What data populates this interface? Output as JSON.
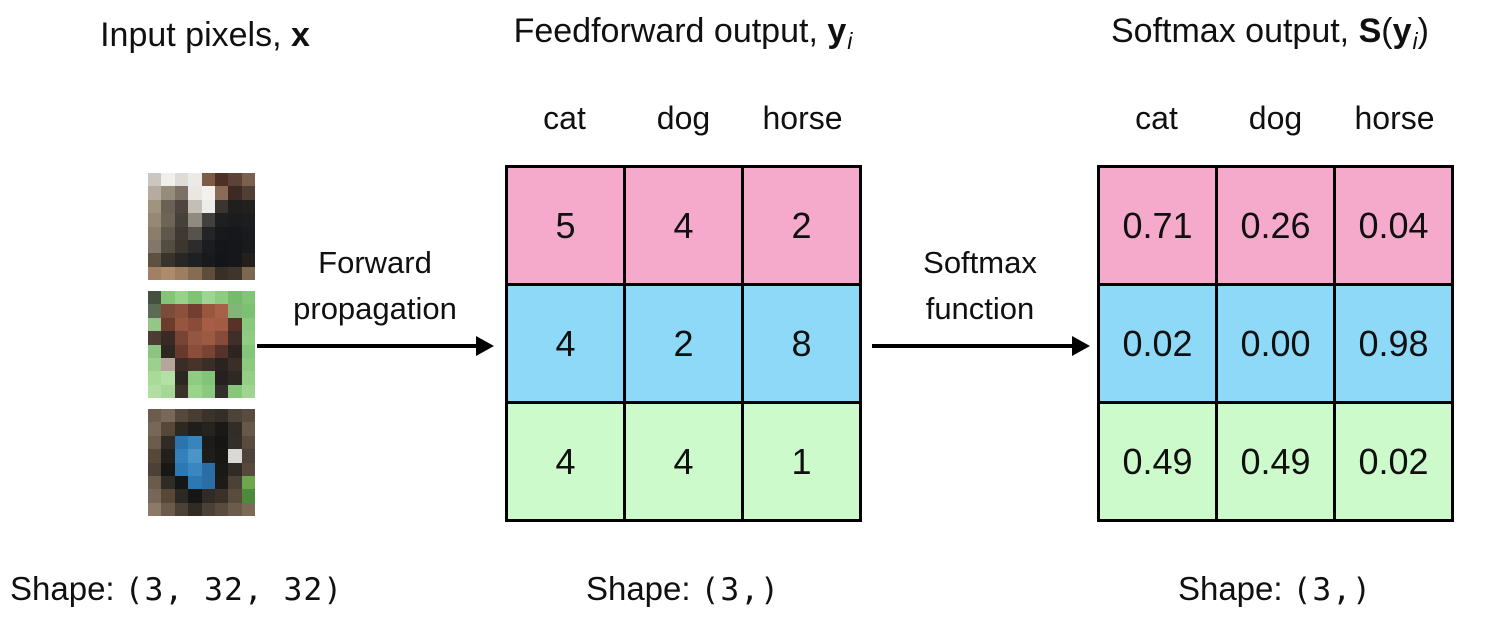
{
  "left": {
    "title_prefix": "Input pixels, ",
    "title_math": "x",
    "shape_prefix": "Shape:",
    "shape_value": "(3, 32, 32)",
    "images": [
      {
        "name": "cat-photo",
        "alt": "pixelated cat photo",
        "pixels": [
          [
            "#cbc7c0",
            "#f0efec",
            "#dedcd6",
            "#eceae6",
            "#7c5b47",
            "#4f3027",
            "#5d4337",
            "#7b5f4f"
          ],
          [
            "#b5ab9f",
            "#978b7c",
            "#7b7167",
            "#e9e7e2",
            "#f2f1ee",
            "#8a6b56",
            "#3c2a23",
            "#503f35"
          ],
          [
            "#a1947f",
            "#6b6054",
            "#4e463e",
            "#c3bfb7",
            "#edece8",
            "#3a3531",
            "#211f1e",
            "#232120"
          ],
          [
            "#958874",
            "#6e6557",
            "#44403a",
            "#908a80",
            "#42403d",
            "#1e1f21",
            "#1b1c1e",
            "#1c1d1f"
          ],
          [
            "#8a7d6a",
            "#5f574b",
            "#3e3a33",
            "#56534c",
            "#232427",
            "#18191c",
            "#17181b",
            "#191a1d"
          ],
          [
            "#83766b",
            "#534c41",
            "#3b362e",
            "#2d2c2a",
            "#1b1c1f",
            "#151619",
            "#16171a",
            "#191a1c"
          ],
          [
            "#5f5142",
            "#38332b",
            "#292723",
            "#1f2022",
            "#191a1d",
            "#141518",
            "#16171a",
            "#231f1b"
          ],
          [
            "#a08164",
            "#ad8c6d",
            "#9c7e61",
            "#866c52",
            "#5f4d3c",
            "#392f27",
            "#3f352b",
            "#7c6750"
          ]
        ]
      },
      {
        "name": "horse-photo",
        "alt": "pixelated horse photo",
        "pixels": [
          [
            "#45503f",
            "#83c476",
            "#97d289",
            "#7fc375",
            "#9ed593",
            "#8ccb80",
            "#76bb6b",
            "#83c577"
          ],
          [
            "#5d6a54",
            "#7c4b39",
            "#8b513c",
            "#713e2f",
            "#99573f",
            "#a86048",
            "#83b578",
            "#7cc071"
          ],
          [
            "#93c687",
            "#6b3b2c",
            "#96553f",
            "#8a4c38",
            "#a55e45",
            "#a25c44",
            "#593227",
            "#89c97d"
          ],
          [
            "#4c3c34",
            "#392a25",
            "#7a4434",
            "#935641",
            "#9d5a43",
            "#884b39",
            "#402f28",
            "#8fcb82"
          ],
          [
            "#8cc481",
            "#2e2621",
            "#69392d",
            "#8a4e3b",
            "#7a4434",
            "#56332a",
            "#2e2521",
            "#83c679"
          ],
          [
            "#9bd08d",
            "#b5a59b",
            "#3a2d28",
            "#48332b",
            "#3b2d27",
            "#2b2320",
            "#3b2d27",
            "#8bc97f"
          ],
          [
            "#a8da98",
            "#b4e0a5",
            "#2c2723",
            "#8fcb83",
            "#82c578",
            "#262120",
            "#2d2925",
            "#95cf87"
          ],
          [
            "#b1dfa1",
            "#a5d895",
            "#3c332b",
            "#99d48b",
            "#8cc980",
            "#332f29",
            "#86c77b",
            "#9fd491"
          ]
        ]
      },
      {
        "name": "dog-photo",
        "alt": "pixelated dog photo",
        "pixels": [
          [
            "#6c5c4c",
            "#77685a",
            "#55493d",
            "#483d33",
            "#3a332b",
            "#332e28",
            "#4c443a",
            "#584c40"
          ],
          [
            "#77675a",
            "#554839",
            "#2c2822",
            "#201e1b",
            "#26231f",
            "#1b1917",
            "#322d27",
            "#66594a"
          ],
          [
            "#6b5c4c",
            "#302b24",
            "#2b74ad",
            "#3884bd",
            "#1d1b19",
            "#151514",
            "#332e29",
            "#594c3e"
          ],
          [
            "#574937",
            "#22201c",
            "#3380ba",
            "#4a94c8",
            "#1f1d1a",
            "#171716",
            "#d9d8d4",
            "#4c443a"
          ],
          [
            "#4c4136",
            "#191714",
            "#2b78b2",
            "#3a86c0",
            "#2b6ea6",
            "#191918",
            "#2f2b26",
            "#574a3c"
          ],
          [
            "#6b5b4b",
            "#302b24",
            "#161616",
            "#2b78b2",
            "#2b6ea6",
            "#1d1b18",
            "#4c4136",
            "#6da64c"
          ],
          [
            "#77675a",
            "#574936",
            "#2c2822",
            "#161616",
            "#302b24",
            "#3a3229",
            "#594c3e",
            "#4c8a3c"
          ],
          [
            "#8a7a66",
            "#6b5b4b",
            "#4c4136",
            "#302b24",
            "#4c4136",
            "#594c3e",
            "#6b5b4b",
            "#7a6a56"
          ]
        ]
      }
    ]
  },
  "arrows": {
    "forward": {
      "line1": "Forward",
      "line2": "propagation"
    },
    "softmax": {
      "line1": "Softmax",
      "line2": "function"
    }
  },
  "feedforward": {
    "title_prefix": "Feedforward output, ",
    "title_y": "y",
    "title_sub": "i",
    "columns": [
      "cat",
      "dog",
      "horse"
    ],
    "rows": [
      {
        "input": "cat",
        "color": "#F5A9CB",
        "values": [
          "5",
          "4",
          "2"
        ]
      },
      {
        "input": "horse",
        "color": "#8ED9F8",
        "values": [
          "4",
          "2",
          "8"
        ]
      },
      {
        "input": "dog",
        "color": "#CDFACA",
        "values": [
          "4",
          "4",
          "1"
        ]
      }
    ],
    "shape_prefix": "Shape:",
    "shape_value": "(3,)"
  },
  "softmax": {
    "title_prefix": "Softmax output, ",
    "title_S": "S",
    "title_open": "(",
    "title_y": "y",
    "title_sub": "i",
    "title_close": ")",
    "columns": [
      "cat",
      "dog",
      "horse"
    ],
    "rows": [
      {
        "input": "cat",
        "color": "#F5A9CB",
        "values": [
          "0.71",
          "0.26",
          "0.04"
        ]
      },
      {
        "input": "horse",
        "color": "#8ED9F8",
        "values": [
          "0.02",
          "0.00",
          "0.98"
        ]
      },
      {
        "input": "dog",
        "color": "#CDFACA",
        "values": [
          "0.49",
          "0.49",
          "0.02"
        ]
      }
    ],
    "shape_prefix": "Shape:",
    "shape_value": "(3,)"
  },
  "palette": {
    "row_cat_pink": "#F5A9CB",
    "row_horse_blue": "#8ED9F8",
    "row_dog_green": "#CDFACA",
    "ink": "#000000",
    "background": "#FFFFFF"
  }
}
